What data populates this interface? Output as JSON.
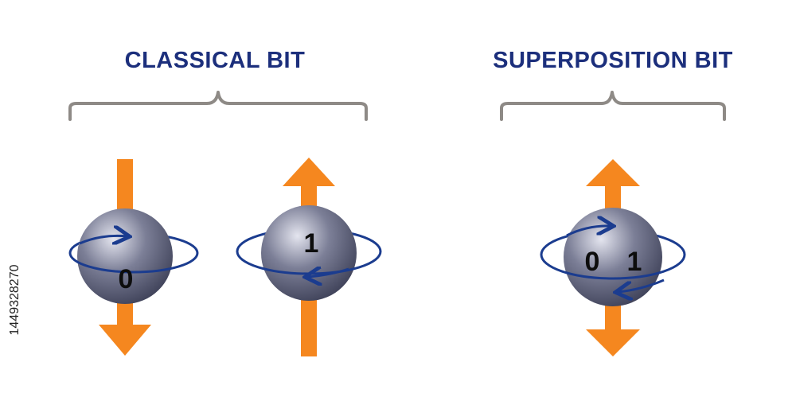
{
  "headings": {
    "classical": "CLASSICAL BIT",
    "superposition": "SUPERPOSITION BIT"
  },
  "spheres": {
    "zero": {
      "label": "0",
      "spin": "down"
    },
    "one": {
      "label": "1",
      "spin": "up"
    },
    "super": {
      "label_left": "0",
      "label_right": "1",
      "spin": "up-and-down"
    }
  },
  "side_text": "1449328270",
  "colors": {
    "heading": "#1c2f7c",
    "arrow": "#f5871f",
    "orbit": "#1b3c8f",
    "brace": "#8e8a86"
  },
  "icons": {
    "sphere": "sphere-icon",
    "spin_arrow": "spin-arrow-icon",
    "orbit": "orbit-arrow-icon",
    "brace": "curly-brace-icon"
  }
}
